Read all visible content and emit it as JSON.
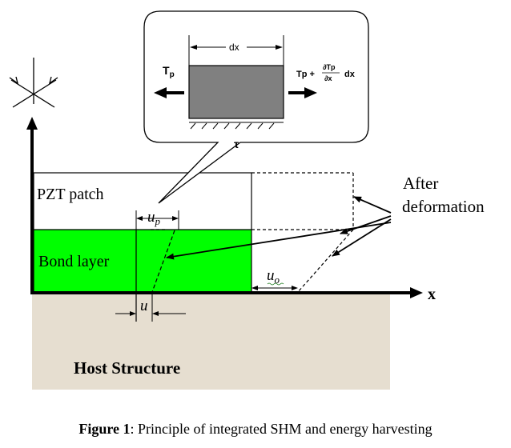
{
  "labels": {
    "pzt_patch": "PZT patch",
    "bond_layer": "Bond layer",
    "host_structure": "Host Structure",
    "after_deformation_1": "After",
    "after_deformation_2": "deformation",
    "x_axis": "x",
    "u": "u",
    "up_main": "u",
    "up_sub": "p",
    "uo_main": "u",
    "uo_sub": "o"
  },
  "bubble": {
    "dx": "dx",
    "tp_left_main": "T",
    "tp_left_sub": "p",
    "tp_right_a": "Tp +",
    "tp_right_num": "∂Tp",
    "tp_right_den": "∂x",
    "tp_right_b": "dx",
    "tau": "τ"
  },
  "caption": {
    "figure_label": "Figure 1",
    "text": ": Principle of integrated SHM and energy harvesting"
  },
  "colors": {
    "bond_layer": "#00ff00",
    "host_structure": "#e6ded0",
    "element_fill": "#808080",
    "line": "#000000"
  }
}
